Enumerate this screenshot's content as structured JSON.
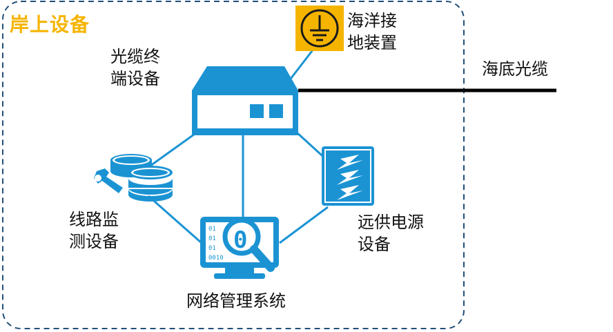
{
  "region": {
    "title": "岸上设备"
  },
  "nodes": {
    "ground_device": {
      "label": "海洋接\n地装置",
      "icon": "ground-symbol-icon"
    },
    "terminal_device": {
      "label": "光缆终\n端设备",
      "icon": "network-terminal-icon"
    },
    "submarine_cable": {
      "label": "海底光缆"
    },
    "line_monitor": {
      "label": "线路监\n测设备",
      "icon": "database-wrench-icon"
    },
    "power_feed": {
      "label": "远供电源\n设备",
      "icon": "power-lightning-icon"
    },
    "nms": {
      "label": "网络管理系统",
      "icon": "monitor-magnifier-icon"
    }
  },
  "colors": {
    "accent_blue": "#1B93D3",
    "line_blue": "#1B93D3",
    "title_orange": "#F5B400",
    "ground_bg": "#F5B400",
    "border_dash": "#1F4E79",
    "cable": "#000000"
  }
}
